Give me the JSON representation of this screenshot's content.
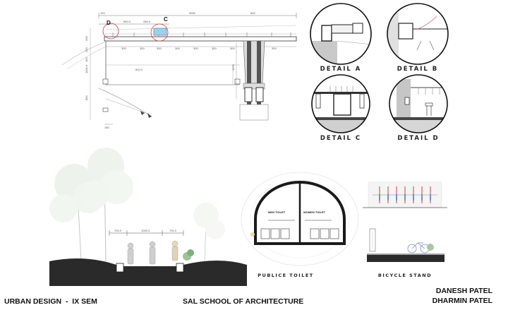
{
  "section_markers": {
    "d": "D",
    "c": "C"
  },
  "dimensions": {
    "top": [
      "120",
      "850.0",
      "280.0",
      "3000",
      "800"
    ],
    "beam": [
      "300",
      "300",
      "300",
      "300",
      "300",
      "300",
      "300",
      "300"
    ],
    "left": [
      "200",
      "150",
      "150",
      "800",
      "1401.6"
    ],
    "inner": "810.0",
    "column": "1070",
    "bottom": "150"
  },
  "details": [
    {
      "label": "DETAIL A"
    },
    {
      "label": "DETAIL B"
    },
    {
      "label": "DETAIL C"
    },
    {
      "label": "DETAIL D"
    }
  ],
  "street_dims": [
    "700.0",
    "1000.0",
    "700.0"
  ],
  "toilet": {
    "men": "MEN TOILET",
    "women": "WOMEN TOILET",
    "caption": "PUBLICE TOILET"
  },
  "bicycle": {
    "caption": "BICYCLE STAND"
  },
  "footer": {
    "course": "URBAN DESIGN",
    "separator": "-",
    "semester": "IX SEM",
    "school": "SAL  SCHOOL OF ARCHITECTURE",
    "author1": "DANESH  PATEL",
    "author2": "DHARMIN  PATEL"
  }
}
